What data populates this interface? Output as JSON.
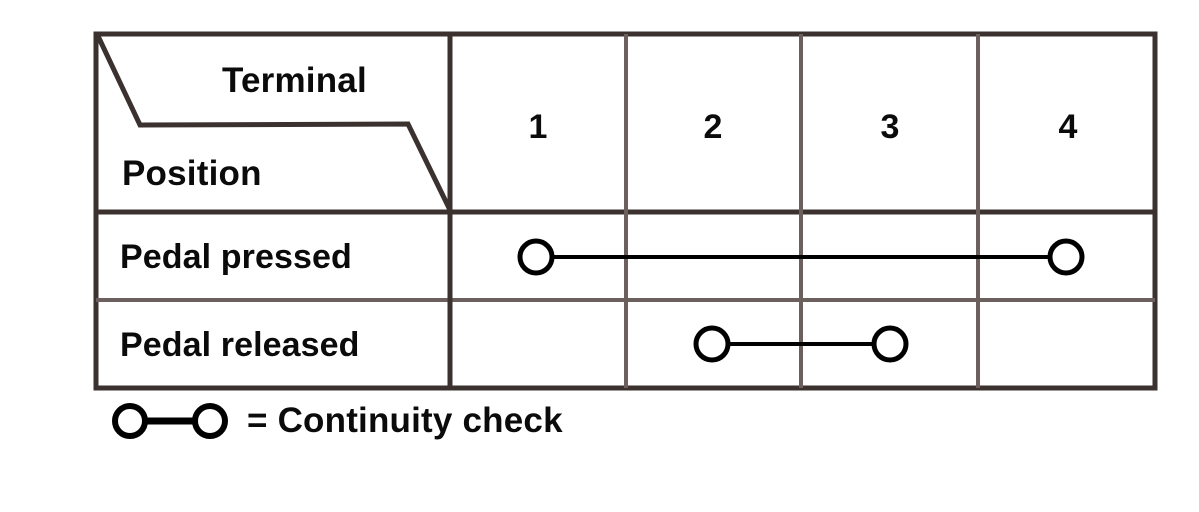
{
  "diagram": {
    "title_axes": {
      "column_axis_label": "Terminal",
      "row_axis_label": "Position"
    },
    "columns": [
      {
        "label": "1"
      },
      {
        "label": "2"
      },
      {
        "label": "3"
      },
      {
        "label": "4"
      }
    ],
    "rows": [
      {
        "label": "Pedal pressed",
        "continuity_terminals": [
          1,
          4
        ]
      },
      {
        "label": "Pedal released",
        "continuity_terminals": [
          2,
          3
        ]
      }
    ],
    "legend": {
      "symbol": "circle-line-circle",
      "text": "= Continuity check"
    },
    "colors": {
      "border": "#3b3230",
      "grid_light": "#6b605d",
      "symbol": "#000000",
      "text": "#0b0b0b",
      "background": "#ffffff"
    }
  }
}
